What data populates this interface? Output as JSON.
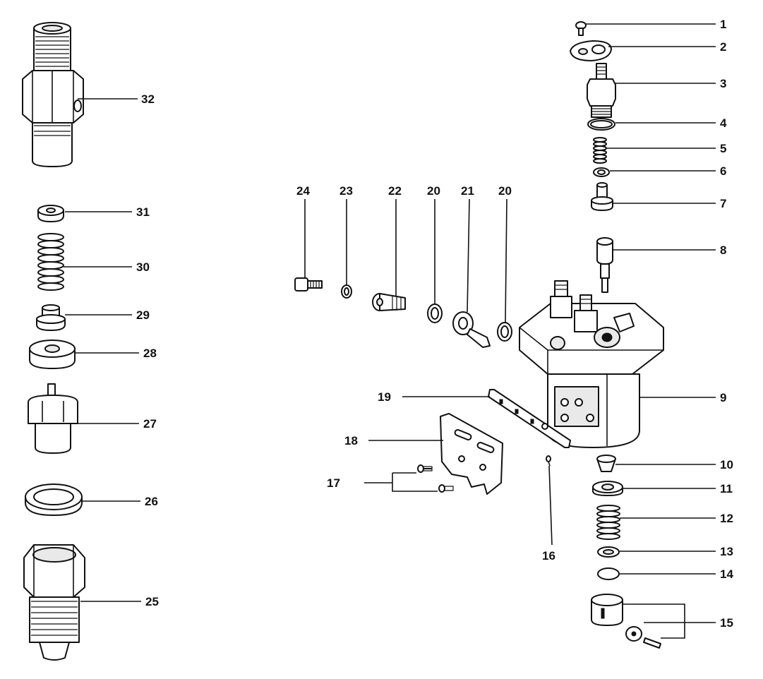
{
  "labels": {
    "1": "1",
    "2": "2",
    "3": "3",
    "4": "4",
    "5": "5",
    "6": "6",
    "7": "7",
    "8": "8",
    "9": "9",
    "10": "10",
    "11": "11",
    "12": "12",
    "13": "13",
    "14": "14",
    "15": "15",
    "16": "16",
    "17": "17",
    "18": "18",
    "19": "19",
    "20a": "20",
    "20b": "20",
    "21": "21",
    "22": "22",
    "23": "23",
    "24": "24",
    "25": "25",
    "26": "26",
    "27": "27",
    "28": "28",
    "29": "29",
    "30": "30",
    "31": "31",
    "32": "32"
  }
}
